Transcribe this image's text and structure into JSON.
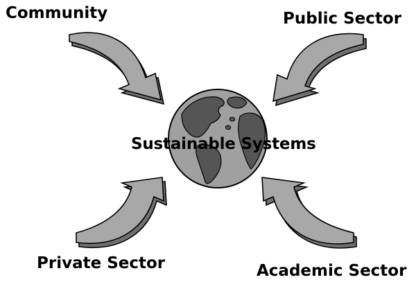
{
  "diagram": {
    "center_label": "Sustainable Systems",
    "nodes": [
      {
        "id": "community",
        "label": "Community"
      },
      {
        "id": "public",
        "label": "Public Sector"
      },
      {
        "id": "private",
        "label": "Private Sector"
      },
      {
        "id": "academic",
        "label": "Academic Sector"
      }
    ],
    "colors": {
      "arrow_fill": "#a8a8a8",
      "arrow_shade": "#707070",
      "land": "#555555",
      "ocean": "#a0a0a0",
      "outline": "#000000"
    }
  }
}
